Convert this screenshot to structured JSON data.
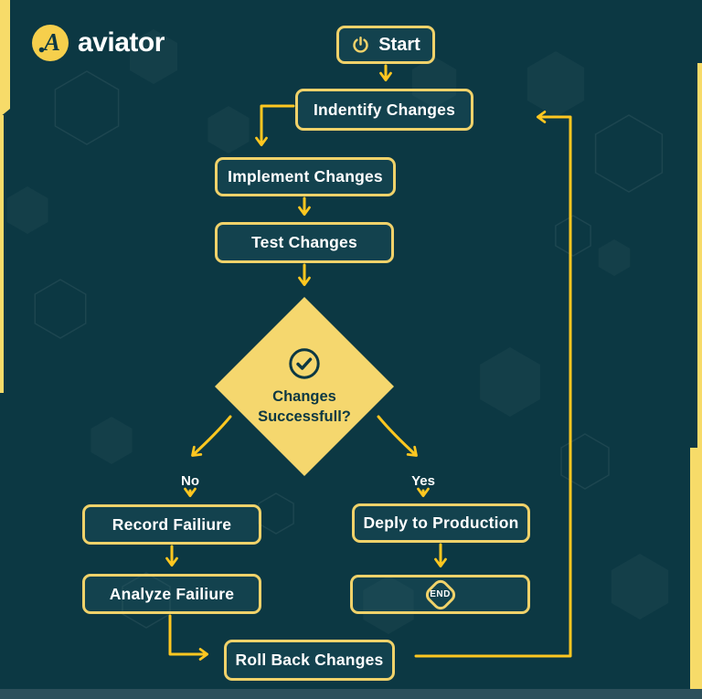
{
  "theme": {
    "background": "#0C3843",
    "accent_soft": "#F0D26A",
    "accent_bright": "#FFC720",
    "diamond_fill": "#F5D76E",
    "dark_on_yellow": "#0C3843",
    "text": "#FFFFFF",
    "edge_accent": "#F7DB69",
    "bottom_band": "#2C505B"
  },
  "brand": {
    "logo_icon": "aviator-plane-icon",
    "wordmark": "aviator"
  },
  "flowchart": {
    "start": {
      "label": "Start",
      "icon": "power-icon"
    },
    "identify": {
      "label": "Indentify Changes"
    },
    "implement": {
      "label": "Implement Changes"
    },
    "test": {
      "label": "Test Changes"
    },
    "decision": {
      "label_line1": "Changes",
      "label_line2": "Successfull?",
      "icon": "check-circle-icon"
    },
    "branch_no": {
      "label": "No"
    },
    "branch_yes": {
      "label": "Yes"
    },
    "record": {
      "label": "Record Failiure"
    },
    "analyze": {
      "label": "Analyze Failiure"
    },
    "deploy": {
      "label": "Deply to Production"
    },
    "end": {
      "label": "END",
      "icon": "end-terminator-icon"
    },
    "rollback": {
      "label": "Roll Back Changes"
    }
  }
}
